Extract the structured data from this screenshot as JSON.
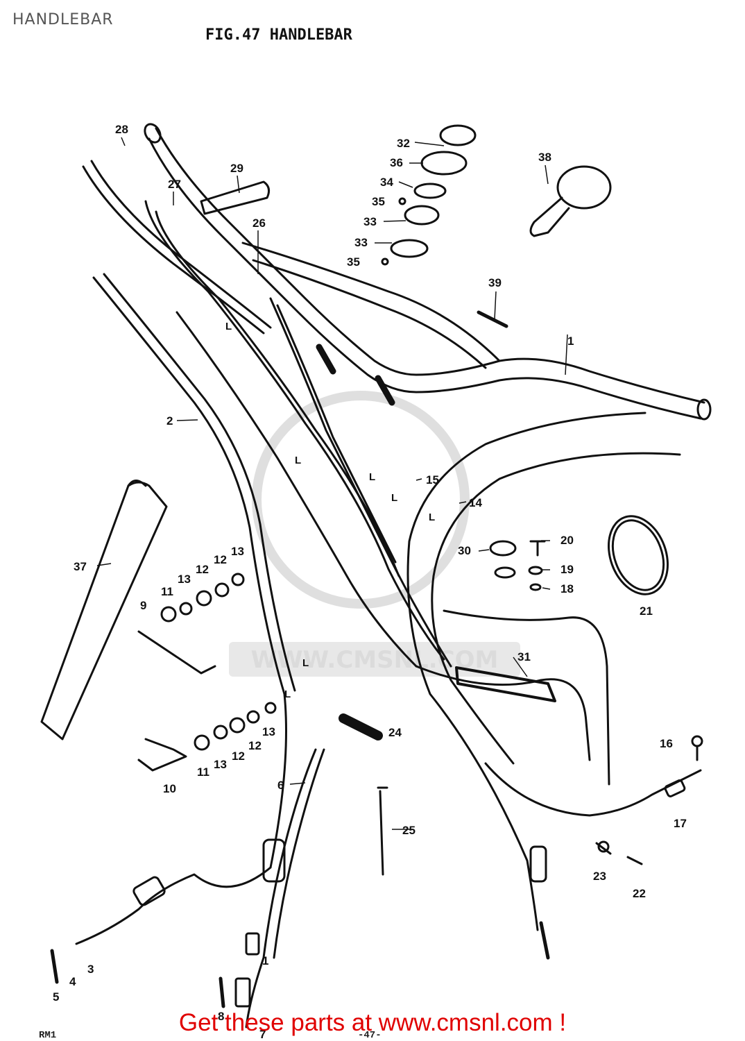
{
  "page_label": "HANDLEBAR",
  "figure_title": "FIG.47  HANDLEBAR",
  "watermark_text": "WWW.CMSNL.COM",
  "footer_banner": "Get these parts at www.cmsnl.com !",
  "footer_left": "RM1",
  "footer_page": "-47-",
  "cable_mark": "L",
  "part_numbers": [
    "1",
    "2",
    "3",
    "4",
    "5",
    "6",
    "7",
    "8",
    "9",
    "10",
    "11",
    "12",
    "13",
    "14",
    "15",
    "16",
    "17",
    "18",
    "19",
    "20",
    "21",
    "22",
    "23",
    "24",
    "25",
    "26",
    "27",
    "28",
    "29",
    "30",
    "31",
    "32",
    "33",
    "34",
    "35",
    "36",
    "37",
    "38",
    "39"
  ],
  "colors": {
    "footer": "#e00000",
    "line": "#111111",
    "watermark": "#d8d8d8"
  }
}
